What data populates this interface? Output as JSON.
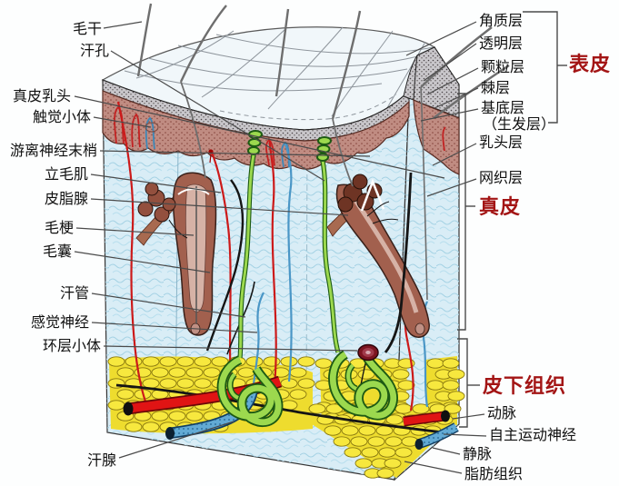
{
  "labels": {
    "hair_shaft": "毛干",
    "sweat_pore": "汗孔",
    "dermal_papilla": "真皮乳头",
    "tactile_corpuscle": "触觉小体",
    "free_nerve_endings": "游离神经末梢",
    "arrector_pili": "立毛肌",
    "sebaceous_gland": "皮脂腺",
    "hair_stem": "毛梗",
    "hair_follicle": "毛囊",
    "sweat_duct": "汗管",
    "sensory_nerve": "感觉神经",
    "lamellar_corpuscle": "环层小体",
    "sweat_gland": "汗腺",
    "stratum_corneum": "角质层",
    "stratum_lucidum": "透明层",
    "stratum_granulosum": "颗粒层",
    "stratum_spinosum": "棘层",
    "stratum_basale": "基底层",
    "stratum_basale_sub": "（生发层）",
    "papillary_layer": "乳头层",
    "reticular_layer": "网织层",
    "epidermis": "表皮",
    "dermis": "真皮",
    "subcutaneous_tissue": "皮下组织",
    "artery": "动脉",
    "autonomic_motor_nerve": "自主运动神经",
    "vein": "静脉",
    "adipose_tissue": "脂肪组织"
  },
  "colors": {
    "section_label_red": "#a31515",
    "label_black": "#101010",
    "dermis_blue": "#d9edf6",
    "fat_yellow": "#f7e83e",
    "gland_green": "#9cd94e",
    "artery_red": "#e01414",
    "vein_blue": "#62aad4",
    "epidermis_pink": "#c08c82",
    "corneum_gray": "#c9c7cb",
    "nerve_black": "#151515"
  }
}
